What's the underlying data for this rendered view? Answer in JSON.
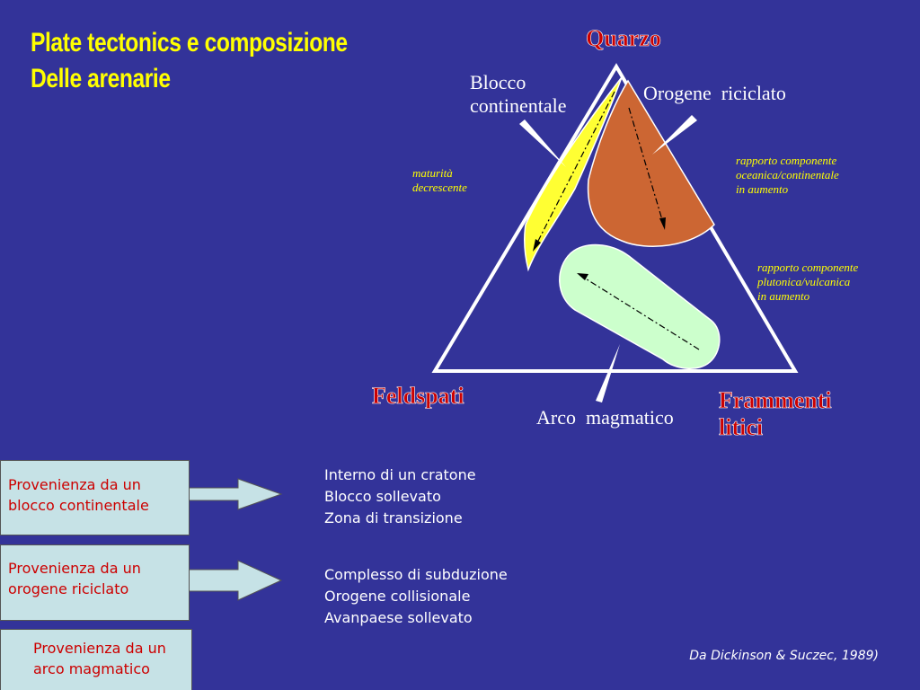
{
  "title": {
    "line1": "Plate tectonics e composizione",
    "line2": "Delle arenarie"
  },
  "diagram": {
    "apex_top": "Quarzo",
    "apex_left": "Feldspati",
    "apex_right_line1": "Frammenti",
    "apex_right_line2": "litici",
    "field_continental_line1": "Blocco",
    "field_continental_line2": "continentale",
    "field_orogen": "Orogene  riciclato",
    "field_arc": "Arco  magmatico",
    "note_maturity_line1": "maturità",
    "note_maturity_line2": "decrescente",
    "note_oceanic_line1": "rapporto componente",
    "note_oceanic_line2": "oceanica/continentale",
    "note_oceanic_line3": "in aumento",
    "note_plutonic_line1": "rapporto componente",
    "note_plutonic_line2": "plutonica/vulcanica",
    "note_plutonic_line3": "in aumento"
  },
  "provenance": [
    {
      "line1": "Provenienza da un",
      "line2": "blocco continentale",
      "settings": [
        "Interno di un cratone",
        "Blocco sollevato",
        "Zona di transizione"
      ]
    },
    {
      "line1": "Provenienza da un",
      "line2": "orogene riciclato",
      "settings": [
        "Complesso di subduzione",
        "Orogene collisionale",
        "Avanpaese sollevato"
      ]
    },
    {
      "line1": "Provenienza da un",
      "line2": "arco magmatico",
      "settings": []
    }
  ],
  "citation": "Da Dickinson & Suczec, 1989)",
  "colors": {
    "background": "#333399",
    "title": "#ffff00",
    "apex_label": "#cc0000",
    "continental_field": "#ffff33",
    "orogen_field": "#cc6633",
    "arc_field": "#ccffcc",
    "box": "#c6e2e6",
    "box_text": "#cc0000",
    "note_text": "#ffff00"
  }
}
